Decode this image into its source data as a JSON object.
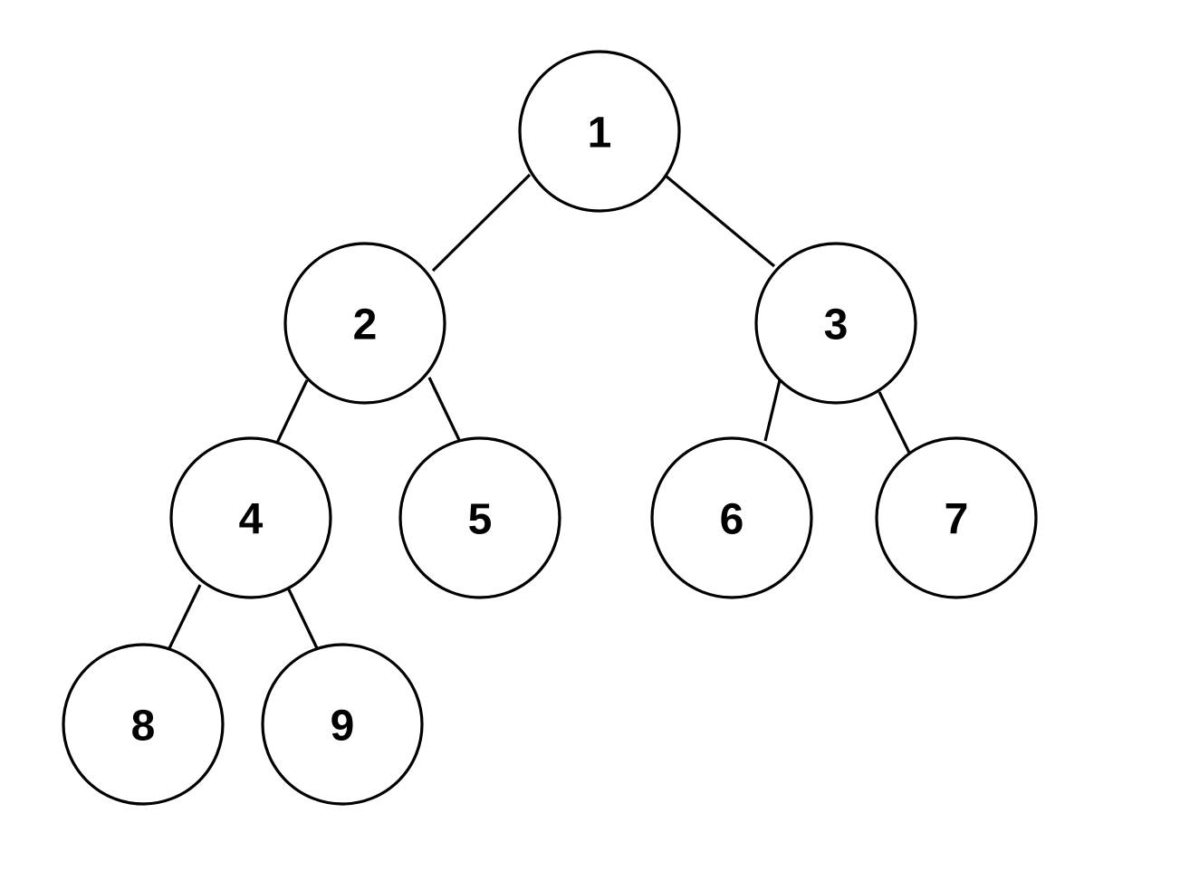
{
  "tree": {
    "nodes": [
      {
        "id": "1",
        "label": "1"
      },
      {
        "id": "2",
        "label": "2"
      },
      {
        "id": "3",
        "label": "3"
      },
      {
        "id": "4",
        "label": "4"
      },
      {
        "id": "5",
        "label": "5"
      },
      {
        "id": "6",
        "label": "6"
      },
      {
        "id": "7",
        "label": "7"
      },
      {
        "id": "8",
        "label": "8"
      },
      {
        "id": "9",
        "label": "9"
      }
    ],
    "edges": [
      {
        "from": "1",
        "to": "2"
      },
      {
        "from": "1",
        "to": "3"
      },
      {
        "from": "2",
        "to": "4"
      },
      {
        "from": "2",
        "to": "5"
      },
      {
        "from": "3",
        "to": "6"
      },
      {
        "from": "3",
        "to": "7"
      },
      {
        "from": "4",
        "to": "8"
      },
      {
        "from": "4",
        "to": "9"
      }
    ],
    "colors": {
      "stroke": "#000000",
      "fill": "#ffffff",
      "text": "#000000"
    }
  }
}
